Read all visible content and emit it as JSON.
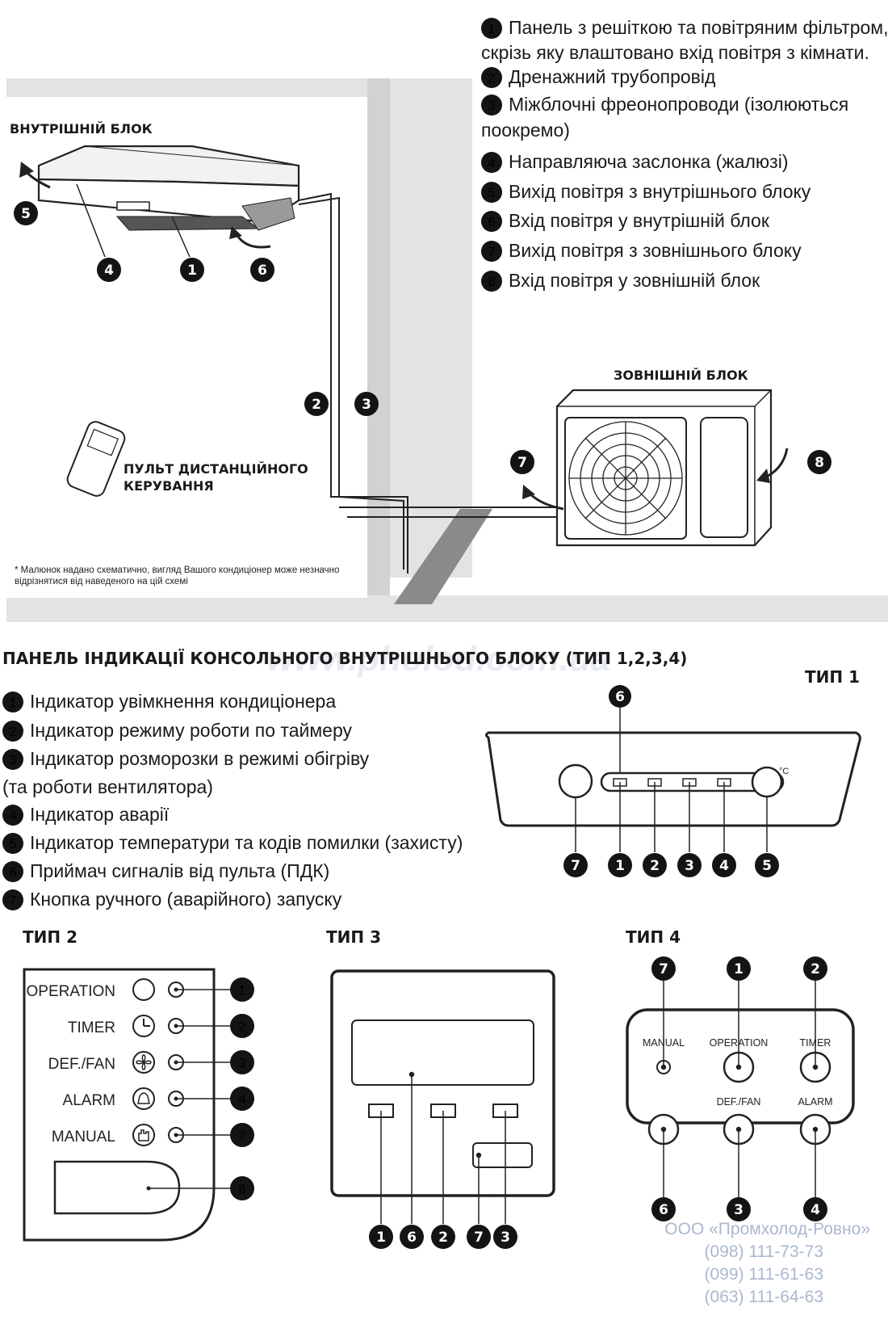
{
  "top_legend": [
    {
      "n": "1",
      "text": "Панель з решіткою та повітряним фільтром,"
    },
    {
      "n": "",
      "text": "скрізь  яку влаштовано вхід повітря з кімнати."
    },
    {
      "n": "2",
      "text": "Дренажний трубопровід"
    },
    {
      "n": "3",
      "text": "Міжблочні фреонопроводи (ізолюються"
    },
    {
      "n": "",
      "text": "поокремо)"
    },
    {
      "n": "4",
      "text": "Направляюча заслонка (жалюзі)"
    },
    {
      "n": "5",
      "text": "Вихід повітря з внутрішнього блоку"
    },
    {
      "n": "6",
      "text": "Вхід повітря у внутрішній блок"
    },
    {
      "n": "7",
      "text": "Вихід повітря з зовнішнього блоку"
    },
    {
      "n": "8",
      "text": "Вхід повітря у зовнішній блок"
    }
  ],
  "diagram": {
    "indoor_label": "ВНУТРІШНІЙ БЛОК",
    "outdoor_label": "ЗОВНІШНІЙ БЛОК",
    "remote_label_1": "ПУЛЬТ ДИСТАНЦІЙНОГО",
    "remote_label_2": "КЕРУВАННЯ",
    "note_1": "* Малюнок надано схематично, вигляд Вашого кондиціонер  може незначно",
    "note_2": "відрізнятися від наведеного на цій схемі",
    "markers": [
      "5",
      "4",
      "1",
      "6",
      "2",
      "3",
      "7",
      "8"
    ]
  },
  "panel": {
    "title": "ПАНЕЛЬ ІНДИКАЦІЇ КОНСОЛЬНОГО ВНУТРІШНЬОГО БЛОКУ (ТИП 1,2,3,4)",
    "watermark": "www.pholod.com.ua",
    "items": [
      {
        "n": "1",
        "text": "Індикатор увімкнення кондиціонера"
      },
      {
        "n": "2",
        "text": "Індикатор режиму роботи по таймеру"
      },
      {
        "n": "3",
        "text": "Індикатор розморозки в режимі обігріву"
      },
      {
        "n": "",
        "text": "(та роботи вентилятора)"
      },
      {
        "n": "4",
        "text": "Індикатор аварії"
      },
      {
        "n": "5",
        "text": "Індикатор температури та кодів помилки (захисту)"
      },
      {
        "n": "6",
        "text": "Приймач сигналів від пульта (ПДК)"
      },
      {
        "n": "7",
        "text": "Кнопка ручного (аварійного) запуску"
      }
    ]
  },
  "type1": {
    "title": "ТИП 1",
    "deg": "°C",
    "top_marker": "6",
    "bottom_markers": [
      "7",
      "1",
      "2",
      "3",
      "4",
      "5"
    ]
  },
  "type2": {
    "title": "ТИП 2",
    "rows": [
      {
        "label": "OPERATION",
        "n": "1",
        "icon": "circle-icon"
      },
      {
        "label": "TIMER",
        "n": "2",
        "icon": "timer-icon"
      },
      {
        "label": "DEF./FAN",
        "n": "3",
        "icon": "fan-icon"
      },
      {
        "label": "ALARM",
        "n": "4",
        "icon": "bell-icon"
      },
      {
        "label": "MANUAL",
        "n": "7",
        "icon": "hand-icon"
      }
    ],
    "receiver_marker": "6"
  },
  "type3": {
    "title": "ТИП 3",
    "markers": [
      "1",
      "6",
      "2",
      "7",
      "3"
    ]
  },
  "type4": {
    "title": "ТИП 4",
    "labels": [
      "MANUAL",
      "OPERATION",
      "TIMER",
      "DEF./FAN",
      "ALARM"
    ],
    "top_markers": [
      "7",
      "1",
      "2"
    ],
    "bottom_markers": [
      "6",
      "3",
      "4"
    ]
  },
  "company": {
    "name": "ООО «Промхолод-Ровно»",
    "phones": [
      "(098) 111-73-73",
      "(099) 111-61-63",
      "(063) 111-64-63"
    ]
  },
  "colors": {
    "marker": "#141414",
    "wall": "#e3e3e3",
    "company": "#aab8ce"
  }
}
